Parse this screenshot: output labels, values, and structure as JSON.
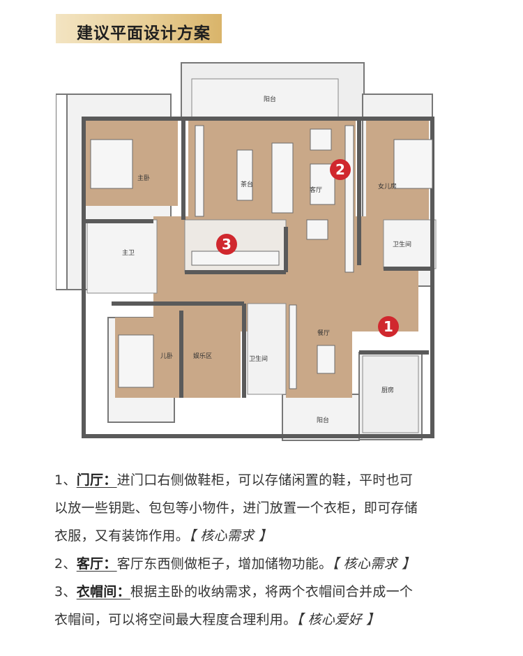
{
  "header": {
    "title": "建议平面设计方案"
  },
  "plan": {
    "rooms": {
      "balcony_top": "阳台",
      "master_bedroom": "主卧",
      "tea_table": "茶台",
      "living_room": "客厅",
      "daughter_room": "女儿房",
      "master_bath": "主卫",
      "bathroom_right": "卫生间",
      "son_room": "儿卧",
      "entertainment": "娱乐区",
      "bathroom_mid": "卫生间",
      "dining": "餐厅",
      "kitchen": "厨房",
      "balcony_bottom": "阳台"
    },
    "markers": {
      "m1": "1",
      "m2": "2",
      "m3": "3"
    },
    "colors": {
      "floor": "#c9a888",
      "wall": "#5a5a5a",
      "marker": "#d0282e"
    }
  },
  "items": [
    {
      "num": "1、",
      "label": "门厅：",
      "line1": "进门口右侧做鞋柜，可以存储闲置的鞋，平时也可",
      "line2": "以放一些钥匙、包包等小物件，进门放置一个衣柜，即可存储",
      "line3": "衣服，又有装饰作用。",
      "tag": "【 核心需求 】"
    },
    {
      "num": "2、",
      "label": "客厅：",
      "line1": "客厅东西侧做柜子，增加储物功能。",
      "tag": "【 核心需求 】"
    },
    {
      "num": "3、",
      "label": "衣帽间：",
      "line1": "根据主卧的收纳需求，将两个衣帽间合并成一个",
      "line2": "衣帽间，可以将空间最大程度合理利用。",
      "tag": "【 核心爱好 】"
    }
  ]
}
